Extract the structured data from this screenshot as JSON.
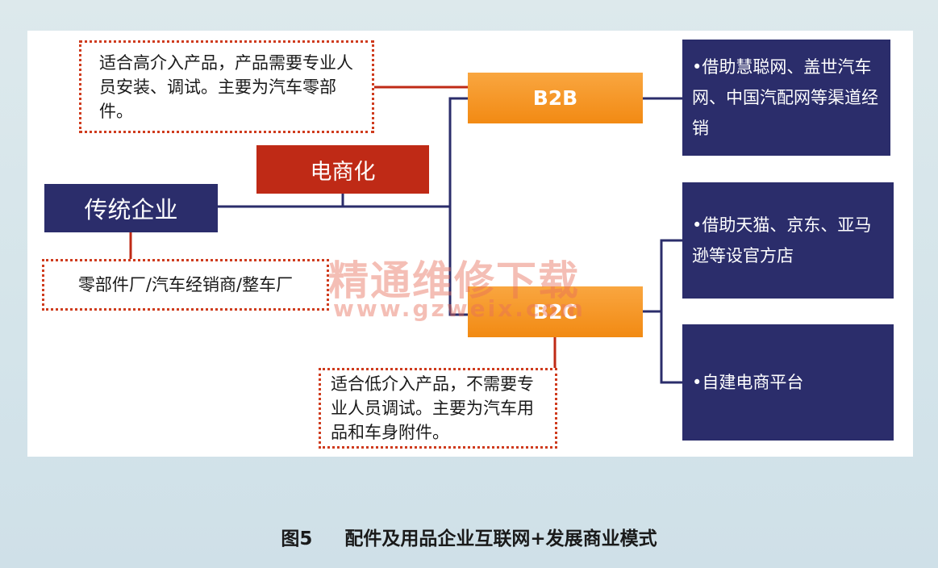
{
  "diagram": {
    "traditional": "传统企业",
    "ecommerce": "电商化",
    "factory_note": "零部件厂/汽车经销商/整车厂",
    "b2b": "B2B",
    "b2c": "B2C",
    "b2b_note": "适合高介入产品，产品需要专业人员安装、调试。主要为汽车零部件。",
    "b2c_note": "适合低介入产品，不需要专业人员调试。主要为汽车用品和车身附件。",
    "b2b_channel": "•借助慧聪网、盖世汽车网、中国汽配网等渠道经销",
    "b2c_channel_1": "•借助天猫、京东、亚马逊等设官方店",
    "b2c_channel_2": "•自建电商平台"
  },
  "watermark": {
    "text": "精通维修下载",
    "url": "www.gzweix.com"
  },
  "caption": {
    "figure": "图5",
    "title": "配件及用品企业互联网+发展商业模式"
  },
  "colors": {
    "navy": "#2b2d6b",
    "red": "#bf2a16",
    "orange": "#f28a13",
    "dotted_border": "#cf3b1d"
  }
}
